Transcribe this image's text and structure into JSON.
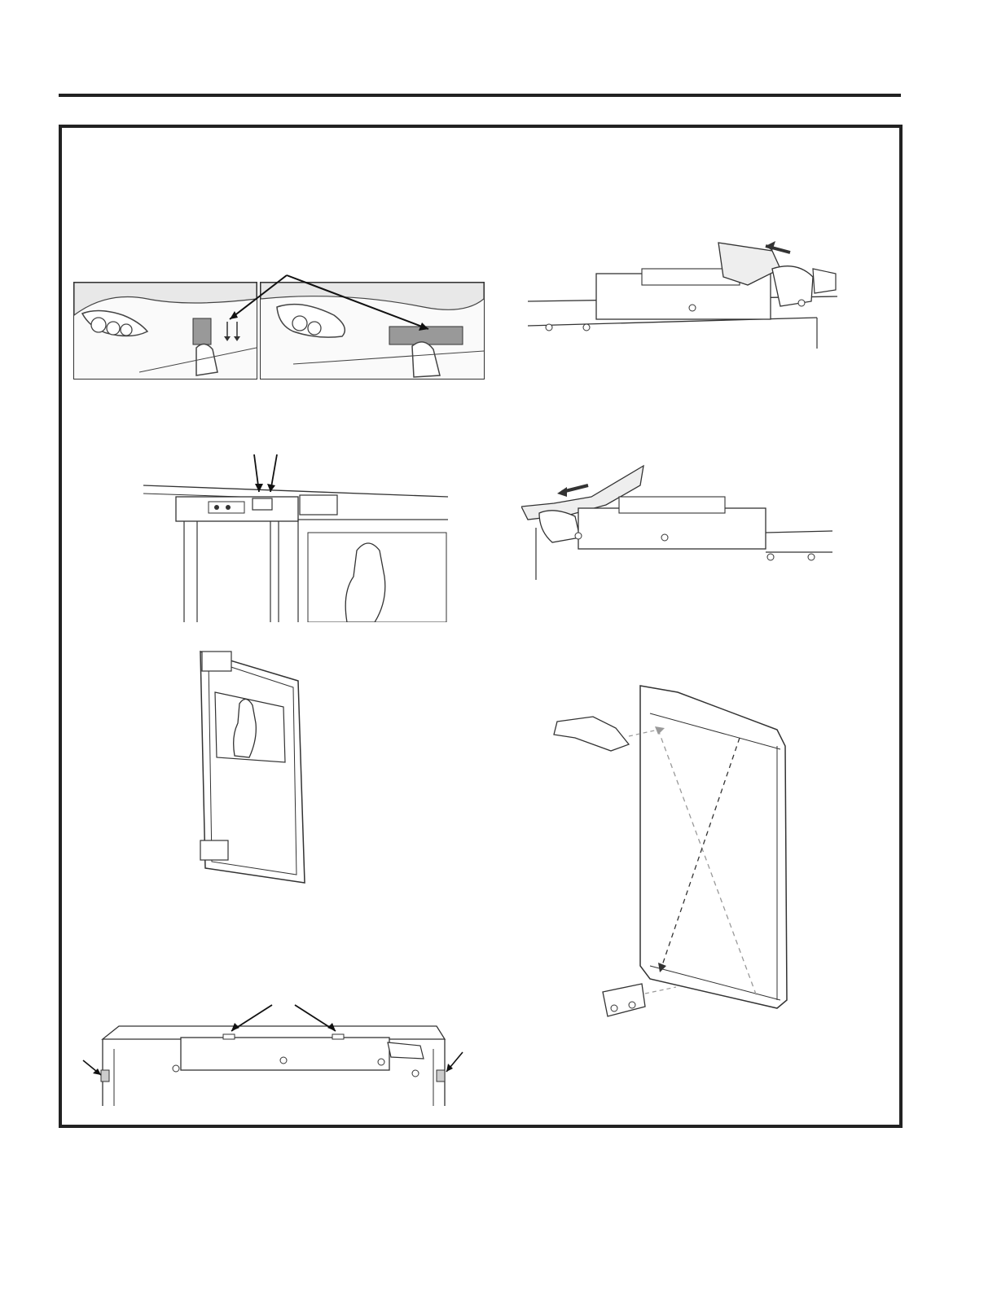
{
  "page": {
    "rule_color": "#222222",
    "frame_color": "#222222"
  },
  "figures": [
    {
      "id": "tape-removal-left",
      "icon": "hand-peeling-tape-photo"
    },
    {
      "id": "tape-removal-right",
      "icon": "hand-peeling-tape-photo"
    },
    {
      "id": "top-hinge-right-slide",
      "icon": "hinge-slide-right-drawing"
    },
    {
      "id": "door-top-hinge-closeup",
      "icon": "door-hinge-closeup-drawing"
    },
    {
      "id": "top-hinge-left-slide",
      "icon": "hinge-slide-left-drawing"
    },
    {
      "id": "door-panel",
      "icon": "door-panel-drawing"
    },
    {
      "id": "hinge-swap-exploded",
      "icon": "hinge-swap-exploded-drawing"
    },
    {
      "id": "cabinet-top-view",
      "icon": "cabinet-top-drawing"
    }
  ]
}
